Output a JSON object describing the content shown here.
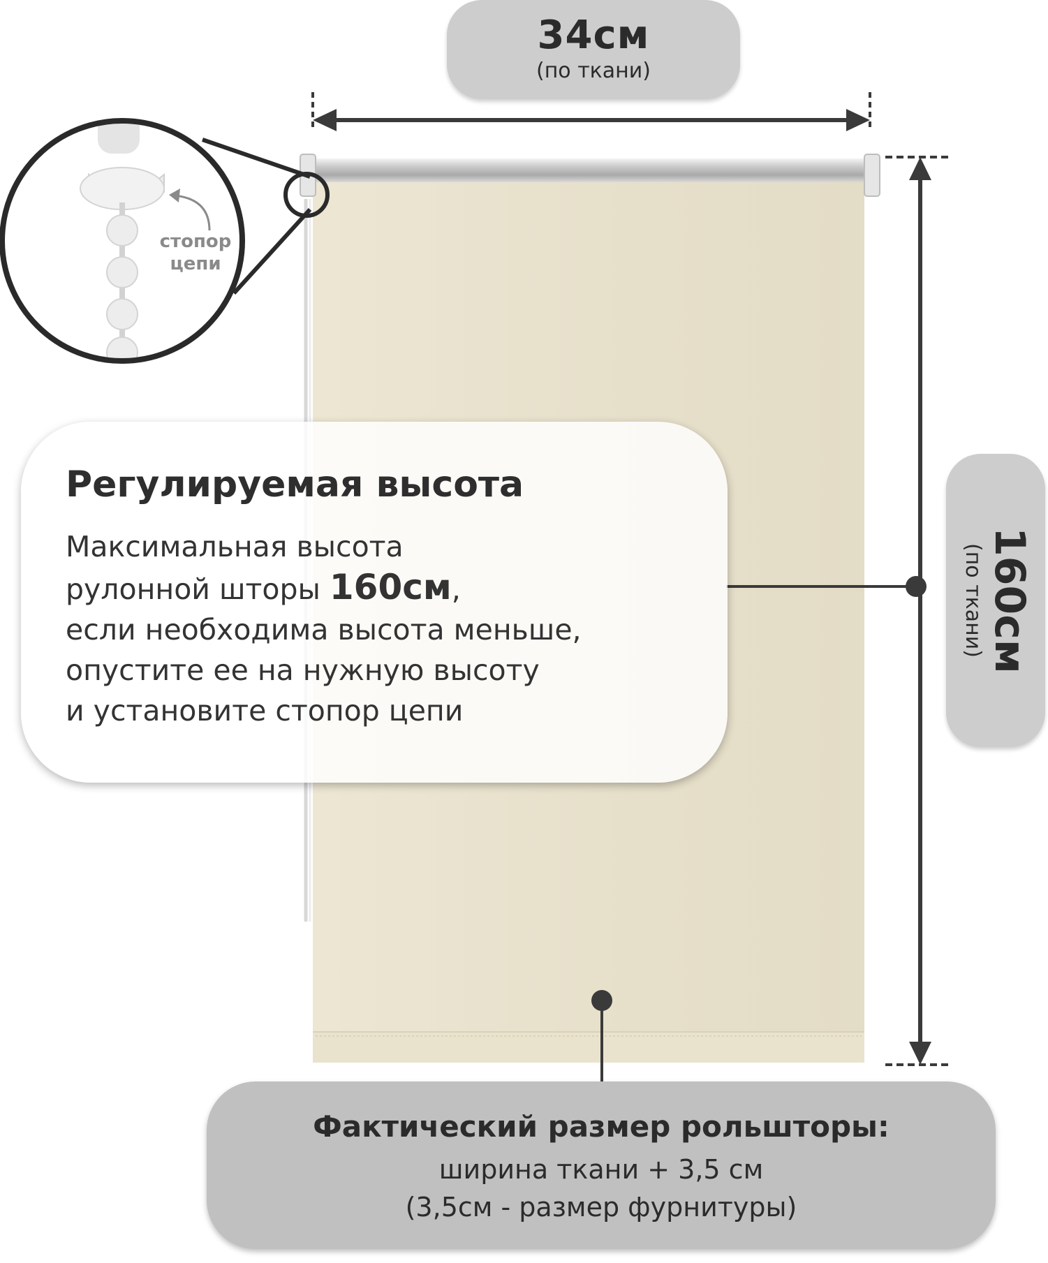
{
  "width_label": {
    "value": "34см",
    "note": "(по ткани)"
  },
  "height_label": {
    "value": "160см",
    "note": "(по ткани)"
  },
  "magnifier": {
    "line1": "стопор",
    "line2": "цепи"
  },
  "info": {
    "title": "Регулируемая высота",
    "line1": "Максимальная высота",
    "line2_start": "рулонной шторы ",
    "line2_emph": "160см",
    "line2_end": ",",
    "line3": "если необходима высота меньше,",
    "line4": "опустите ее на нужную высоту",
    "line5": "и установите стопор цепи"
  },
  "actual_size": {
    "title": "Фактический размер рольшторы:",
    "line1": "ширина ткани + 3,5 см",
    "line2": "(3,5см - размер фурнитуры)"
  },
  "colors": {
    "fabric": "#e8e1cd",
    "pill": "#cdcdcd",
    "dark": "#3a3a3a"
  }
}
